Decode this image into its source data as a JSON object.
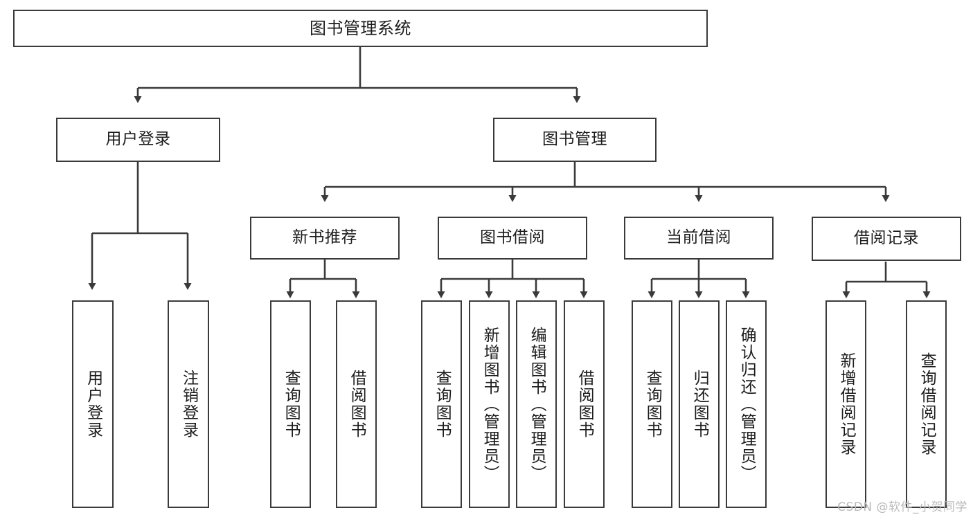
{
  "diagram": {
    "title": "图书管理系统",
    "root": {
      "label": "图书管理系统"
    },
    "level1": [
      {
        "label": "用户登录"
      },
      {
        "label": "图书管理"
      }
    ],
    "level2": [
      {
        "label": "新书推荐"
      },
      {
        "label": "图书借阅"
      },
      {
        "label": "当前借阅"
      },
      {
        "label": "借阅记录"
      }
    ],
    "leaves": [
      {
        "label": "用户登录",
        "parent": "用户登录"
      },
      {
        "label": "注销登录",
        "parent": "用户登录"
      },
      {
        "label": "查询图书",
        "parent": "新书推荐"
      },
      {
        "label": "借阅图书",
        "parent": "新书推荐"
      },
      {
        "label": "查询图书",
        "parent": "图书借阅"
      },
      {
        "label": "新增图书（管理员）",
        "parent": "图书借阅"
      },
      {
        "label": "编辑图书（管理员）",
        "parent": "图书借阅"
      },
      {
        "label": "借阅图书",
        "parent": "图书借阅"
      },
      {
        "label": "查询图书",
        "parent": "当前借阅"
      },
      {
        "label": "归还图书",
        "parent": "当前借阅"
      },
      {
        "label": "确认归还（管理员）",
        "parent": "当前借阅"
      },
      {
        "label": "新增借阅记录",
        "parent": "借阅记录"
      },
      {
        "label": "查询借阅记录",
        "parent": "借阅记录"
      }
    ]
  },
  "watermark": {
    "text": "CSDN @软件_小贺同学"
  },
  "colors": {
    "stroke": "#3a3a3a",
    "text": "#1c1c1c",
    "background": "#ffffff",
    "watermark": "#b9b9b9"
  }
}
